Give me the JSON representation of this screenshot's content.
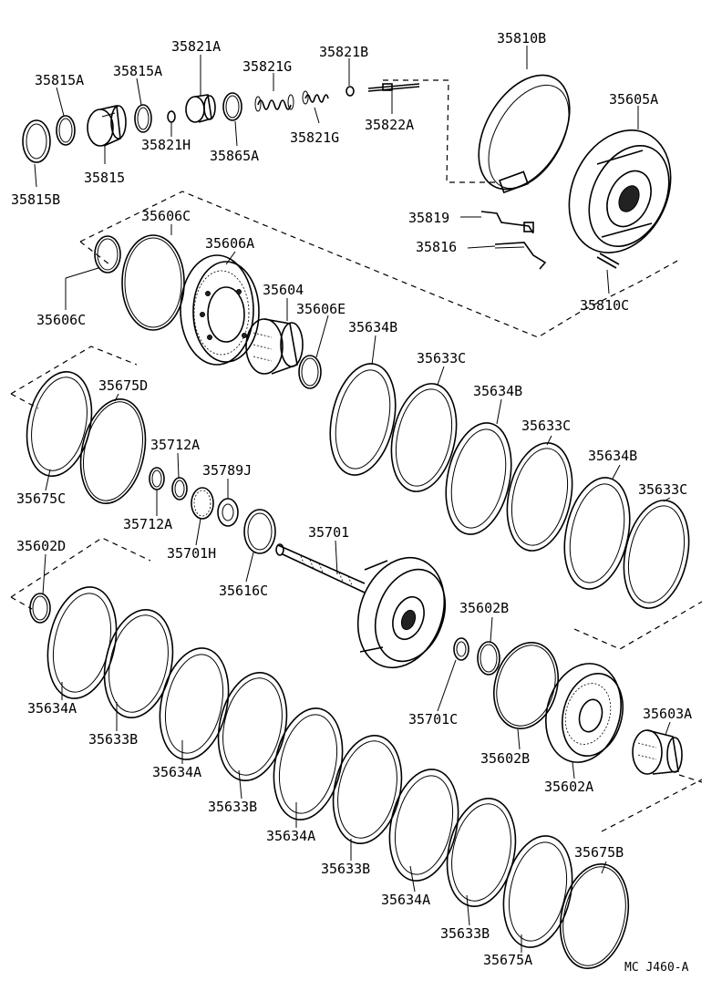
{
  "labels": {
    "l35815A_a": "35815A",
    "l35815A_b": "35815A",
    "l35815": "35815",
    "l35815B": "35815B",
    "l35821A": "35821A",
    "l35821H": "35821H",
    "l35821G_a": "35821G",
    "l35821G_b": "35821G",
    "l35865A": "35865A",
    "l35821B": "35821B",
    "l35822A": "35822A",
    "l35810B": "35810B",
    "l35605A": "35605A",
    "l35819": "35819",
    "l35816": "35816",
    "l35810C": "35810C",
    "l35606C_a": "35606C",
    "l35606C_b": "35606C",
    "l35606A": "35606A",
    "l35604": "35604",
    "l35606E": "35606E",
    "l35634B_a": "35634B",
    "l35634B_b": "35634B",
    "l35634B_c": "35634B",
    "l35633C_a": "35633C",
    "l35633C_b": "35633C",
    "l35633C_c": "35633C",
    "l35675D": "35675D",
    "l35675C": "35675C",
    "l35712A_a": "35712A",
    "l35712A_b": "35712A",
    "l35789J": "35789J",
    "l35701H": "35701H",
    "l35616C": "35616C",
    "l35701": "35701",
    "l35602D": "35602D",
    "l35602B_a": "35602B",
    "l35602B_b": "35602B",
    "l35701C": "35701C",
    "l35603A": "35603A",
    "l35602A": "35602A",
    "l35634A_a": "35634A",
    "l35634A_b": "35634A",
    "l35634A_c": "35634A",
    "l35634A_d": "35634A",
    "l35633B_a": "35633B",
    "l35633B_b": "35633B",
    "l35633B_c": "35633B",
    "l35633B_d": "35633B",
    "l35675B": "35675B",
    "l35675A": "35675A"
  },
  "diagram_ref": "MC J460-A"
}
